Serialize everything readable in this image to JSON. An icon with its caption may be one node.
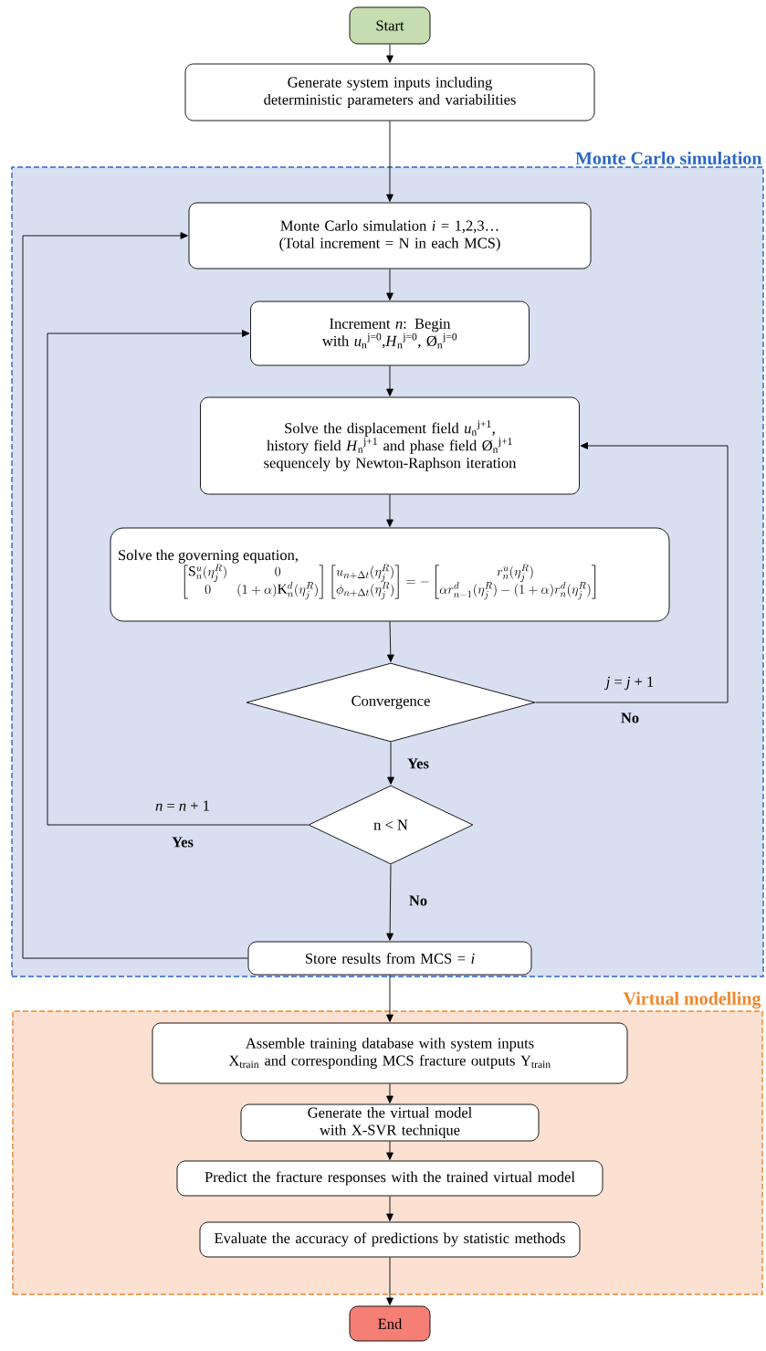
{
  "diagram": {
    "nodes": [
      {
        "text": [
          "Start"
        ]
      },
      {
        "text": [
          "Generate system inputs including deterministic parameters and variabilities"
        ]
      },
      {
        "text": [
          "Monte Carlo simulation"
        ]
      },
      {
        "text": [
          "Monte Carlo simulation *i* = 1,2,3… (Total increment = N in each MCS)"
        ],
        "in": 2
      },
      {
        "text": [
          "Increment *n*: Begin with *u*$_{n}$$^{j=0}$,*H*$_{n}$$^{j=0}$, Ø$_{n}$$^{j=0}$"
        ],
        "in": 2
      },
      {
        "text": [
          "Solve the displacement field *u*$_{n}$$^{j+1}$, history field *H*$_{n}$$^{j+1}$ and phase field Ø$_{n}$$^{j+1}$ sequencely by Newton-Raphson iteration"
        ],
        "in": 2
      },
      {
        "text": [
          "Solve the governing equation,",
          "\\begin{bmatrix}\\mathrm{S}_n^u(\\eta_j^R) & 0\\\\ 0 & (1+\\alpha)\\mathrm{K}_n^d(\\eta_j^R)\\end{bmatrix}\\begin{bmatrix}u_{n+\\Delta t}(\\eta_j^R)\\\\ \\phi_{n+\\Delta t}(\\eta_j^R)\\end{bmatrix}=-\\begin{bmatrix}r_n^u(\\eta_j^R)\\\\ \\alpha r_{n-1}^d(\\eta_j^R)-(1+\\alpha)r_n^d(\\eta_j^R)\\end{bmatrix}"
        ],
        "in": 2
      },
      {
        "text": [
          "Convergence"
        ],
        "in": 2
      },
      {
        "text": [
          "n < N"
        ],
        "in": 2
      },
      {
        "text": [
          "Store results from MCS = *i*"
        ],
        "in": 2
      },
      {
        "text": [
          "Virtual modelling"
        ]
      },
      {
        "text": [
          "Assemble training database with system inputs X$_{train}$ and corresponding MCS fracture outputs Y$_{train}$"
        ],
        "in": 10
      },
      {
        "text": [
          "Generate the virtual model with X-SVR technique"
        ],
        "in": 10
      },
      {
        "text": [
          "Predict the fracture responses with the trained virtual model"
        ],
        "in": 10
      },
      {
        "text": [
          "Evaluate the accuracy of predictions by statistic methods"
        ],
        "in": 10
      },
      {
        "text": [
          "End"
        ]
      }
    ],
    "edges": [
      {
        "from": 0,
        "to": 1,
        "arrow": "to"
      },
      {
        "from": 1,
        "to": 3,
        "arrow": "to"
      },
      {
        "from": 3,
        "to": 4,
        "arrow": "to"
      },
      {
        "from": 4,
        "to": 5,
        "arrow": "to"
      },
      {
        "from": 5,
        "to": 6,
        "arrow": "to"
      },
      {
        "from": 6,
        "to": 7,
        "arrow": "to"
      },
      {
        "from": 7,
        "to": 5,
        "arrow": "to",
        "label": "No"
      },
      {
        "from": 7,
        "to": 8,
        "arrow": "to",
        "label": "Yes"
      },
      {
        "from": 8,
        "to": 4,
        "arrow": "to",
        "label": "Yes"
      },
      {
        "from": 8,
        "to": 9,
        "arrow": "to",
        "label": "No"
      },
      {
        "from": 9,
        "to": 3,
        "arrow": "to"
      },
      {
        "from": 9,
        "to": 11,
        "arrow": "to"
      },
      {
        "from": 11,
        "to": 12,
        "arrow": "to"
      },
      {
        "from": 12,
        "to": 13,
        "arrow": "to"
      },
      {
        "from": 13,
        "to": 14,
        "arrow": "to"
      },
      {
        "from": 14,
        "to": 15,
        "arrow": "to"
      }
    ],
    "labels": [
      "*j* = *j* + 1",
      "*n* = *n* + 1"
    ]
  }
}
